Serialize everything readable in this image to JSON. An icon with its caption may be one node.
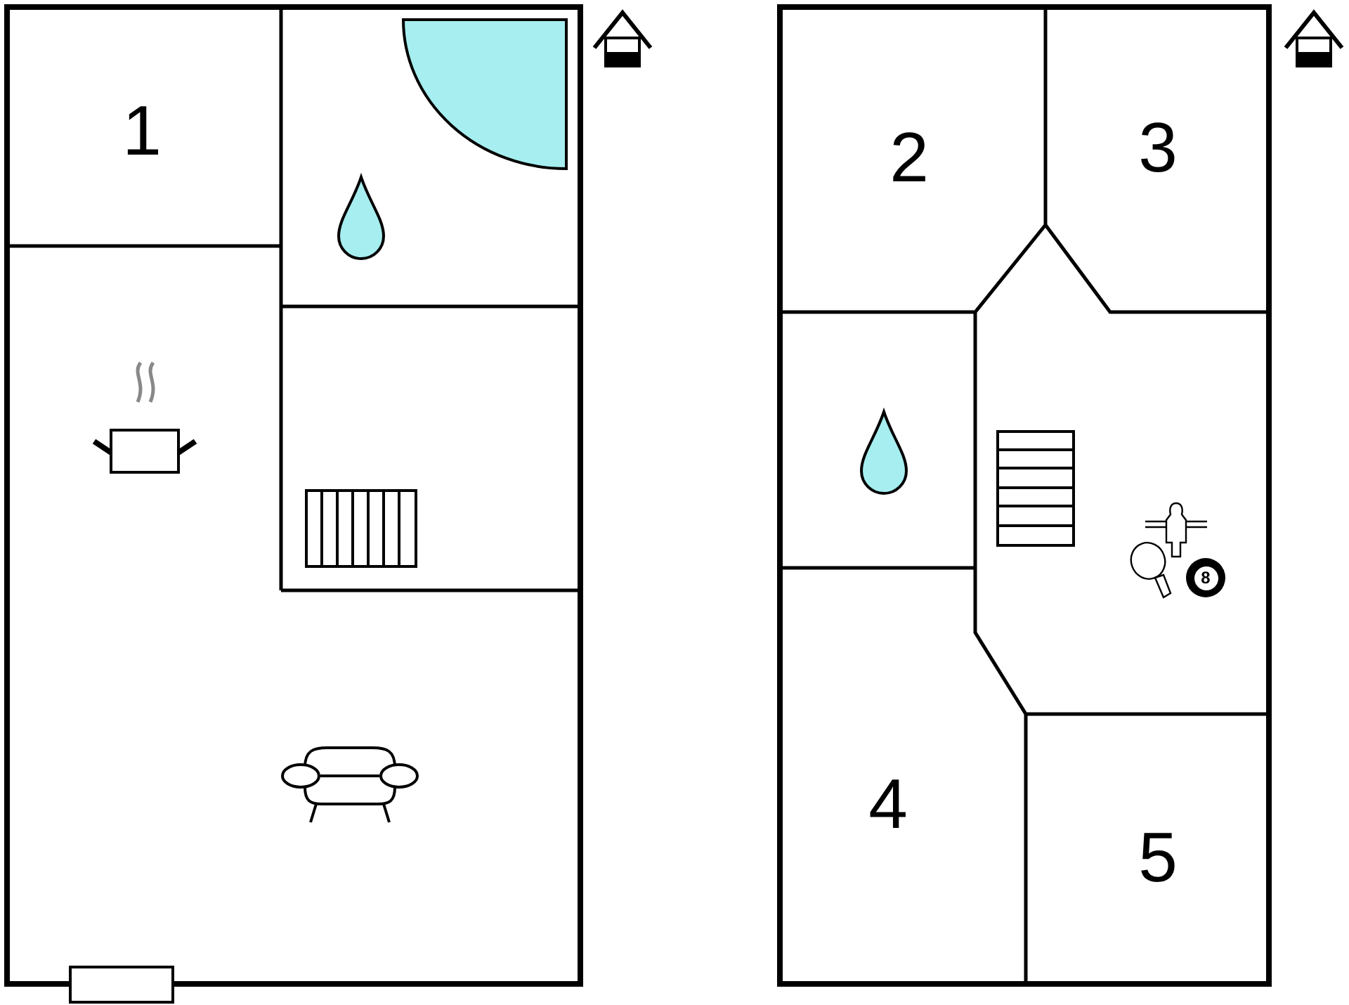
{
  "diagram": {
    "labels": [
      "1",
      "2",
      "3",
      "8",
      "4",
      "5"
    ]
  }
}
